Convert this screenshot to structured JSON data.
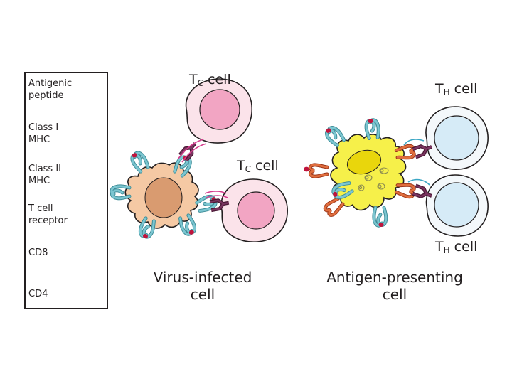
{
  "legend": {
    "items": [
      {
        "label": "Antigenic peptide",
        "icon": "antigenic-peptide-icon"
      },
      {
        "label": "Class I MHC",
        "icon": "class-i-mhc-icon"
      },
      {
        "label": "Class II MHC",
        "icon": "class-ii-mhc-icon"
      },
      {
        "label": "T cell receptor",
        "icon": "t-cell-receptor-icon"
      },
      {
        "label": "CD8",
        "icon": "cd8-icon"
      },
      {
        "label": "CD4",
        "icon": "cd4-icon"
      }
    ],
    "lines": {
      "peptide_1": "Antigenic",
      "peptide_2": "peptide",
      "class1_1": "Class I",
      "class1_2": "MHC",
      "class2_1": "Class II",
      "class2_2": "MHC",
      "tcr_1": "T cell",
      "tcr_2": "receptor",
      "cd8": "CD8",
      "cd4": "CD4"
    }
  },
  "labels": {
    "tc_top": {
      "main": "T",
      "sub": "C",
      "rest": " cell"
    },
    "tc_mid": {
      "main": "T",
      "sub": "C",
      "rest": " cell"
    },
    "th_top": {
      "main": "T",
      "sub": "H",
      "rest": " cell"
    },
    "th_bottom": {
      "main": "T",
      "sub": "H",
      "rest": " cell"
    }
  },
  "captions": {
    "left_1": "Virus-infected",
    "left_2": "cell",
    "right_1": "Antigen-presenting",
    "right_2": "cell"
  },
  "colors": {
    "peptide": "#c0143c",
    "mhc": "#5fb0bd",
    "mhc2": "#d0552a",
    "tcr": "#6b2a4e",
    "cd8": "#d63c8e",
    "cd4": "#3aa6c4",
    "tc_cytoplasm": "#fbe3ea",
    "tc_nucleus": "#f2a5c3",
    "th_cytoplasm": "#f4f8fb",
    "th_nucleus": "#d6ebf7",
    "infected_cell": "#f5c9a4",
    "infected_nucleus": "#d99b70",
    "apc_cell": "#f6f04a",
    "apc_nucleus": "#e9d60c"
  }
}
